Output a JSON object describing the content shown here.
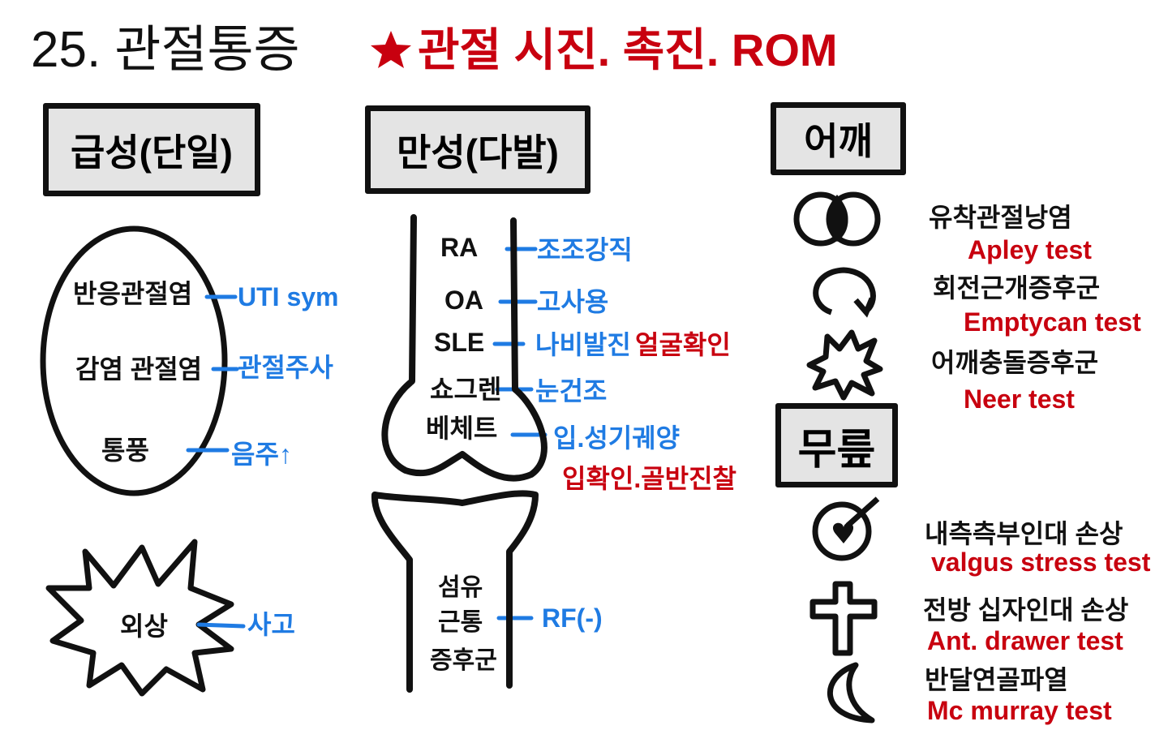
{
  "title": {
    "number_label": "25. 관절통증",
    "highlight": "관절 시진. 촉진. ROM",
    "star_icon": "star-icon"
  },
  "colors": {
    "black": "#111111",
    "blue": "#1f7be3",
    "red": "#c8000f",
    "box_fill": "#e4e4e4"
  },
  "acute": {
    "header": "급성(단일)",
    "items": [
      {
        "name": "반응관절염",
        "cause": "UTI sym"
      },
      {
        "name": "감염 관절염",
        "cause": "관절주사"
      },
      {
        "name": "통풍",
        "cause": "음주↑"
      }
    ],
    "trauma": {
      "name": "외상",
      "cause": "사고"
    }
  },
  "chronic": {
    "header": "만성(다발)",
    "items": [
      {
        "name": "RA",
        "feature": "조조강직"
      },
      {
        "name": "OA",
        "feature": "고사용"
      },
      {
        "name": "SLE",
        "feature": "나비발진",
        "check": "얼굴확인"
      },
      {
        "name": "쇼그렌",
        "feature": "눈건조"
      },
      {
        "name": "베체트",
        "feature": "입.성기궤양",
        "check": "입확인.골반진찰"
      }
    ],
    "fibro": {
      "line1": "섬유",
      "line2": "근통",
      "line3": "증후군",
      "feature": "RF(-)"
    }
  },
  "shoulder": {
    "header": "어깨",
    "items": [
      {
        "name": "유착관절낭염",
        "test": "Apley test"
      },
      {
        "name": "회전근개증후군",
        "test": "Emptycan test"
      },
      {
        "name": "어깨충돌증후군",
        "test": "Neer test"
      }
    ]
  },
  "knee": {
    "header": "무릎",
    "items": [
      {
        "name": "내측측부인대 손상",
        "test": "valgus stress test"
      },
      {
        "name": "전방 십자인대 손상",
        "test": "Ant. drawer test"
      },
      {
        "name": "반달연골파열",
        "test": "Mc murray test"
      }
    ]
  }
}
